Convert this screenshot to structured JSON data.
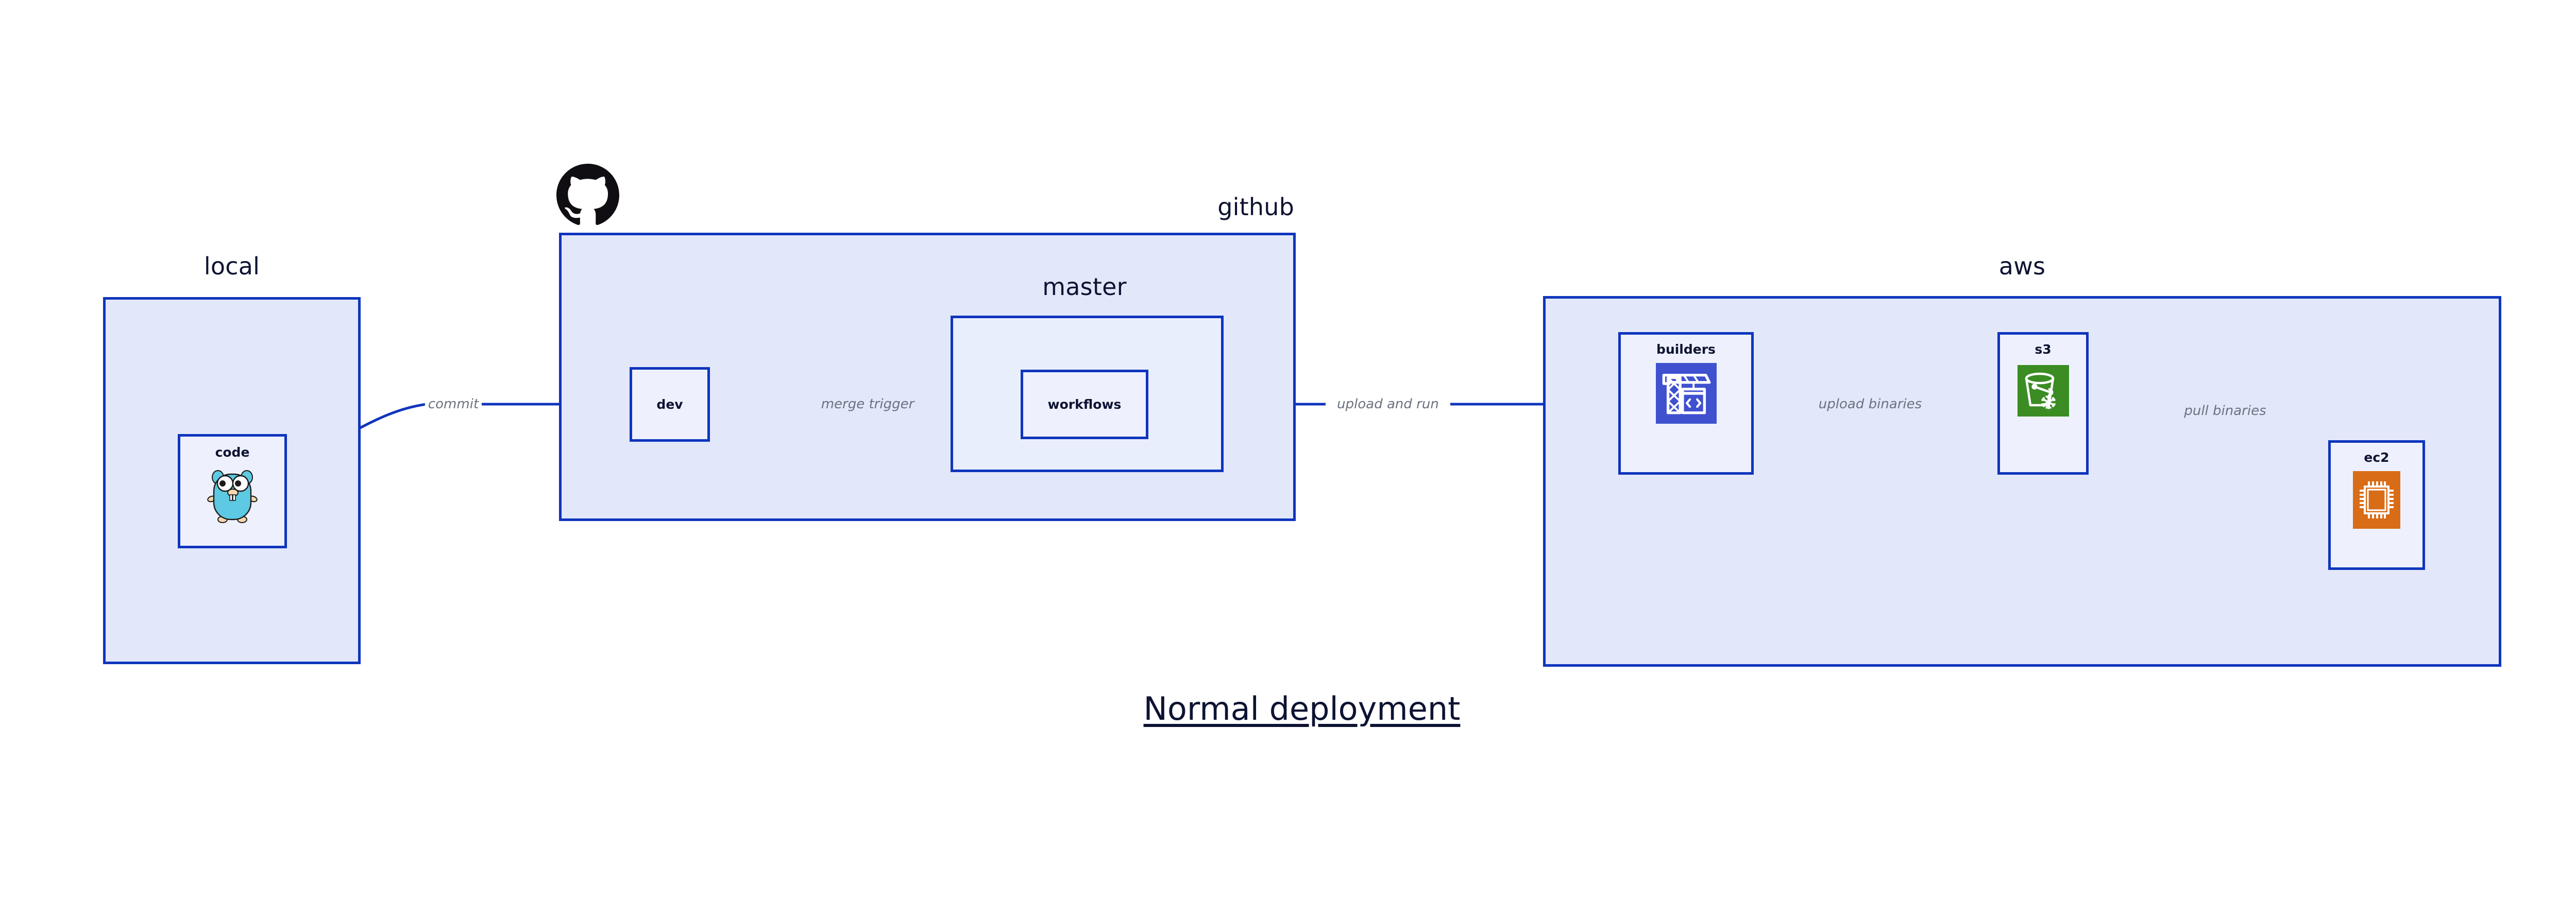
{
  "diagram": {
    "caption": "Normal deployment",
    "accent_border": "#0f35bd",
    "group_fill": "#e2e7fa",
    "subgroup_fill": "#e9eefc",
    "node_fill": "#eef1fd",
    "label_color": "#0d1331",
    "edge_label_color": "#6b7280"
  },
  "groups": {
    "local": {
      "label": "local"
    },
    "github": {
      "label": "github"
    },
    "master": {
      "label": "master"
    },
    "aws": {
      "label": "aws"
    }
  },
  "nodes": {
    "code": {
      "label": "code",
      "icon": "go-gopher-icon",
      "icon_color": "#5dc9e2"
    },
    "dev": {
      "label": "dev",
      "icon": "none"
    },
    "workflows": {
      "label": "workflows",
      "icon": "none"
    },
    "builders": {
      "label": "builders",
      "icon": "aws-builders-crane-icon",
      "icon_color": "#3f51cf"
    },
    "s3": {
      "label": "s3",
      "icon": "aws-s3-bucket-icon",
      "icon_color": "#3b8c23"
    },
    "ec2": {
      "label": "ec2",
      "icon": "aws-ec2-chip-icon",
      "icon_color": "#d96c16"
    }
  },
  "edges": [
    {
      "id": "code-to-dev",
      "label": "commit"
    },
    {
      "id": "dev-to-workflows",
      "label": "merge trigger"
    },
    {
      "id": "workflows-to-builders",
      "label": "upload and run"
    },
    {
      "id": "builders-to-s3",
      "label": "upload binaries"
    },
    {
      "id": "s3-to-ec2",
      "label": "pull binaries"
    }
  ],
  "logos": {
    "github": "github-octocat-logo"
  }
}
